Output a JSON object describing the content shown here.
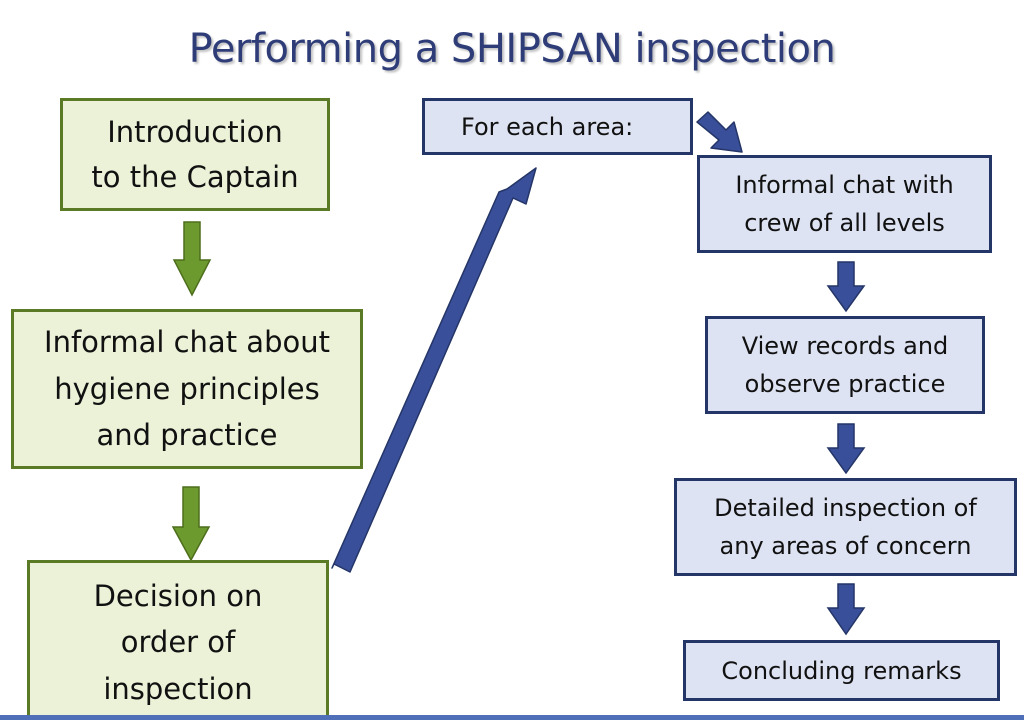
{
  "title": "Performing a SHIPSAN inspection",
  "colors": {
    "title": "#2e3c78",
    "green_fill": "#ebf2d8",
    "green_border": "#5a7a26",
    "green_arrow": "#6d9a2e",
    "blue_fill": "#dde3f2",
    "blue_border": "#243567",
    "blue_arrow": "#3a4f9a"
  },
  "steps_left": [
    "Introduction\nto the Captain",
    "Informal chat about\nhygiene principles\nand practice",
    "Decision on\norder of\ninspection"
  ],
  "steps_right": {
    "header": "For each area:",
    "items": [
      "Informal chat with\ncrew of all levels",
      "View records and\nobserve practice",
      "Detailed inspection of\nany areas of concern",
      "Concluding remarks"
    ]
  }
}
